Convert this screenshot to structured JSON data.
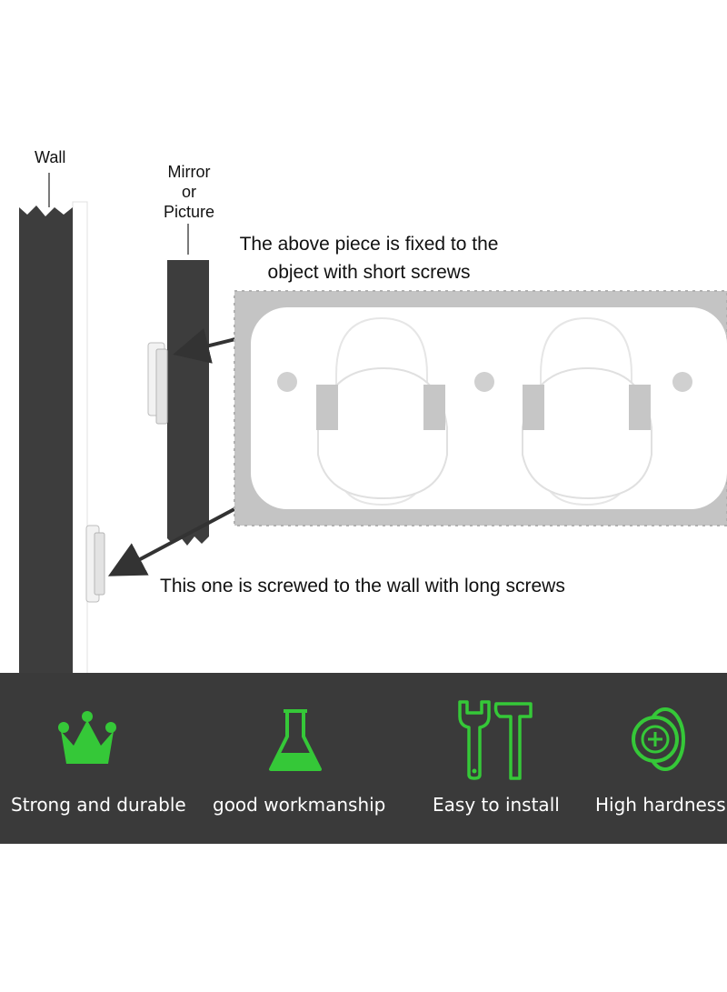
{
  "labels": {
    "wall": "Wall",
    "mirror_lines": [
      "Mirror",
      "or",
      "Picture"
    ],
    "top_caption_lines": [
      "The above piece is fixed to the",
      "object with short screws"
    ],
    "bottom_caption": "This one is screwed to the wall with long screws"
  },
  "features": [
    {
      "icon": "crown-icon",
      "label": "Strong and durable"
    },
    {
      "icon": "flask-icon",
      "label": "good workmanship"
    },
    {
      "icon": "tools-icon",
      "label": "Easy to install"
    },
    {
      "icon": "coin-icon",
      "label": "High hardness"
    }
  ],
  "colors": {
    "panel": "#3d3d3d",
    "band": "#3a3a3a",
    "icon_green": "#35c838",
    "felt": "#bfbfbf"
  }
}
